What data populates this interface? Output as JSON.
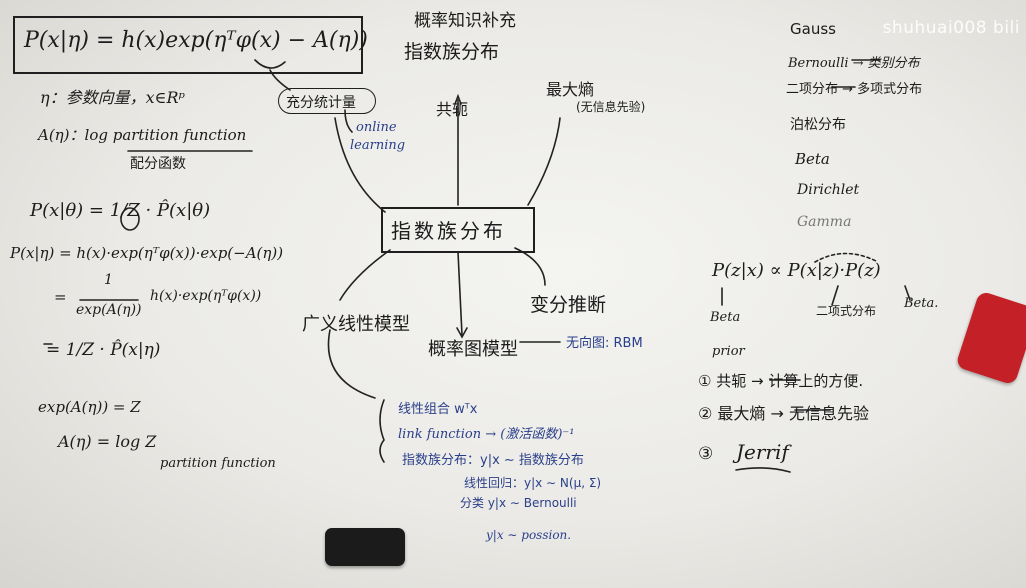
{
  "watermark": "shuhuai008 bili",
  "header": {
    "title": "概率知识补充",
    "subtitle": "指数族分布"
  },
  "left": {
    "formula_main": "P(x|η) = h(x)exp(ηᵀφ(x) − A(η))",
    "eta_def": "η：参数向量，x∈Rᵖ",
    "A_def": "A(η)：log partition function",
    "A_cn": "配分函数",
    "bayes_norm": "P(x|θ) = 1/Z · P̂(x|θ)",
    "line1": "P(x|η) = h(x)·exp(ηᵀφ(x))·exp(−A(η))",
    "line2_eq": "=",
    "line2_frac_top": "1",
    "line2_frac_bot": "exp(A(η))",
    "line2_rest": "h(x)·exp(ηᵀφ(x))",
    "line3": "= 1/Z · P̂(x|η)",
    "line4": "exp(A(η)) = Z",
    "line5": "A(η) = log Z",
    "line5_note": "partition function"
  },
  "center": {
    "node_main": "指数族分布",
    "suff_stat": "充分统计量",
    "online": "online",
    "learning": "learning",
    "conjugate": "共轭",
    "max_entropy": "最大熵",
    "max_entropy_note": "(无信息先验)",
    "glm": "广义线性模型",
    "pgm": "概率图模型",
    "pgm_note": "无向图: RBM",
    "variational": "变分推断"
  },
  "glm_detail": {
    "l1": "线性组合 wᵀx",
    "l2": "link function → (激活函数)⁻¹",
    "l3": "指数族分布：y|x ∼ 指数族分布",
    "l4": "线性回归：y|x ∼ N(μ, Σ)",
    "l5": "分类 y|x ∼ Bernoulli",
    "l6": "y|x ∼ possion."
  },
  "right": {
    "list": [
      "Gauss",
      "Bernoulli → 类别分布",
      "二项分布 → 多项式分布",
      "泊松分布",
      "Beta",
      "Dirichlet",
      "Gamma"
    ],
    "posterior": "P(z|x) ∝ P(x|z)·P(z)",
    "beta_label": "Beta",
    "binom_label": "二项式分布",
    "beta2_label": "Beta.",
    "prior": "prior",
    "item1": "① 共轭 → 计算上的方便.",
    "item2": "② 最大熵 → 无信息先验",
    "item3_num": "③",
    "item3": "Jerrif"
  }
}
